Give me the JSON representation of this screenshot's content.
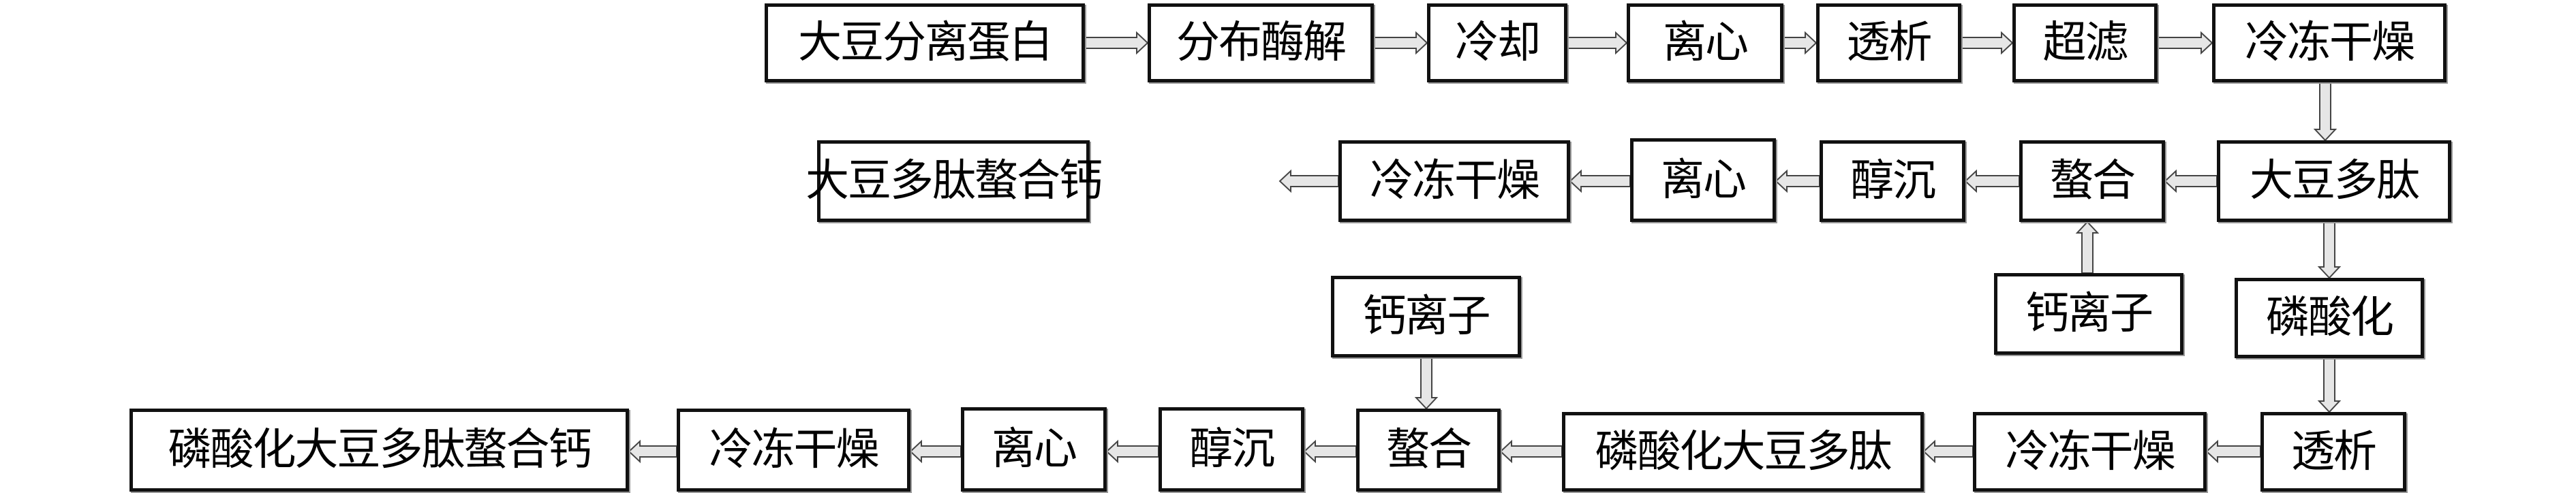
{
  "row1": [
    "大豆分离蛋白",
    "分布酶解",
    "冷却",
    "离心",
    "透析",
    "超滤",
    "冷冻干燥"
  ],
  "row2": [
    "大豆多肽",
    "螯合",
    "醇沉",
    "离心",
    "冷冻干燥",
    "大豆多肽螯合钙"
  ],
  "row3": {
    "calcium_right": "钙离子",
    "phosphorylation": "磷酸化",
    "calcium_left": "钙离子"
  },
  "row4": [
    "透析",
    "冷冻干燥",
    "磷酸化大豆多肽",
    "螯合",
    "醇沉",
    "离心",
    "冷冻干燥",
    "磷酸化大豆多肽螯合钙"
  ]
}
